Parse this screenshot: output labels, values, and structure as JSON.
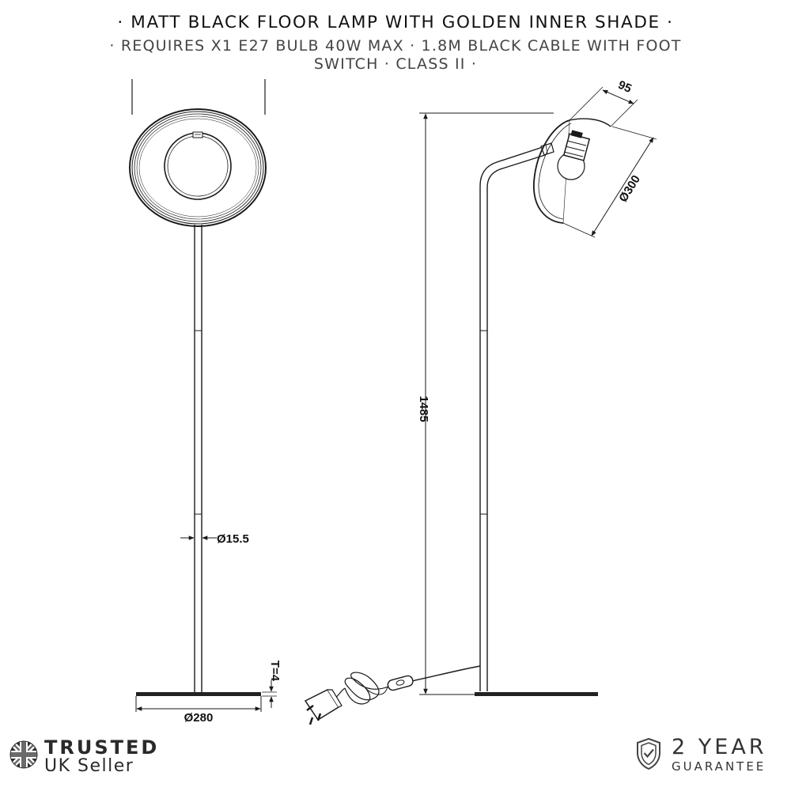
{
  "header": {
    "title": "· MATT BLACK FLOOR LAMP WITH GOLDEN INNER SHADE ·",
    "line2": "· REQUIRES X1 E27 BULB 40W MAX · 1.8M BLACK CABLE WITH FOOT",
    "line3": "SWITCH · CLASS II ·"
  },
  "dimensions": {
    "shade_depth": "95",
    "shade_diameter": "Ø300",
    "height": "1485",
    "stem_diameter": "Ø15.5",
    "base_thickness": "T=4",
    "base_diameter": "Ø280"
  },
  "badges": {
    "trusted_line1": "TRUSTED",
    "trusted_line2": "UK Seller",
    "guarantee_line1": "2 YEAR",
    "guarantee_line2": "GUARANTEE"
  },
  "icons": [
    "uk-flag-icon",
    "shield-check-icon"
  ],
  "colors": {
    "line": "#1a1a1a",
    "text": "#111111",
    "badge_text": "#2a2a2a"
  }
}
